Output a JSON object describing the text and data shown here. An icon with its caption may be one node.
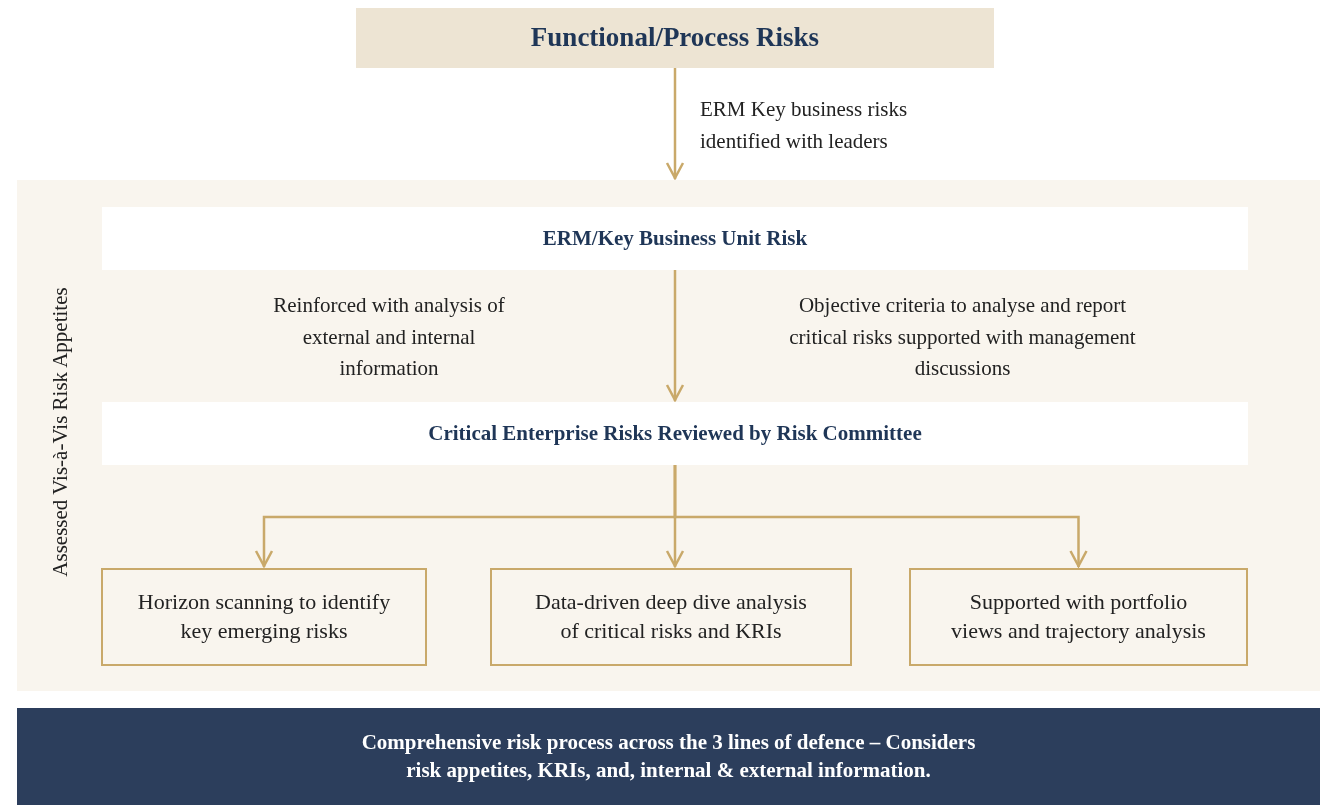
{
  "diagram": {
    "nodes": [
      {
        "text": [
          "Functional/Process Risks"
        ]
      },
      {
        "text": [
          "Assessed Vis-à-Vis Risk Appetites"
        ]
      },
      {
        "text": [
          "ERM/Key Business Unit Risk"
        ],
        "in": 1
      },
      {
        "text": [
          "Critical Enterprise Risks Reviewed by Risk Committee"
        ],
        "in": 1
      },
      {
        "text": [
          "Horizon scanning to identify key emerging risks"
        ],
        "in": 1
      },
      {
        "text": [
          "Data-driven deep dive analysis of critical risks and KRIs"
        ],
        "in": 1
      },
      {
        "text": [
          "Supported with portfolio views and trajectory analysis"
        ],
        "in": 1
      },
      {
        "text": [
          "Comprehensive risk process across the 3 lines of defence – Considers risk appetites, KRIs, and, internal & external information."
        ]
      }
    ],
    "edges": [
      {
        "from": 0,
        "to": 1,
        "arrow": "to",
        "label": "ERM Key business risks identified with leaders"
      },
      {
        "from": 2,
        "to": 3,
        "arrow": "to"
      },
      {
        "from": 3,
        "to": 4,
        "arrow": "to"
      },
      {
        "from": 3,
        "to": 5,
        "arrow": "to"
      },
      {
        "from": 3,
        "to": 6,
        "arrow": "to"
      }
    ],
    "labels": [
      "Reinforced with analysis of external and internal information",
      "Objective criteria to analyse and report critical risks supported with management discussions"
    ]
  }
}
